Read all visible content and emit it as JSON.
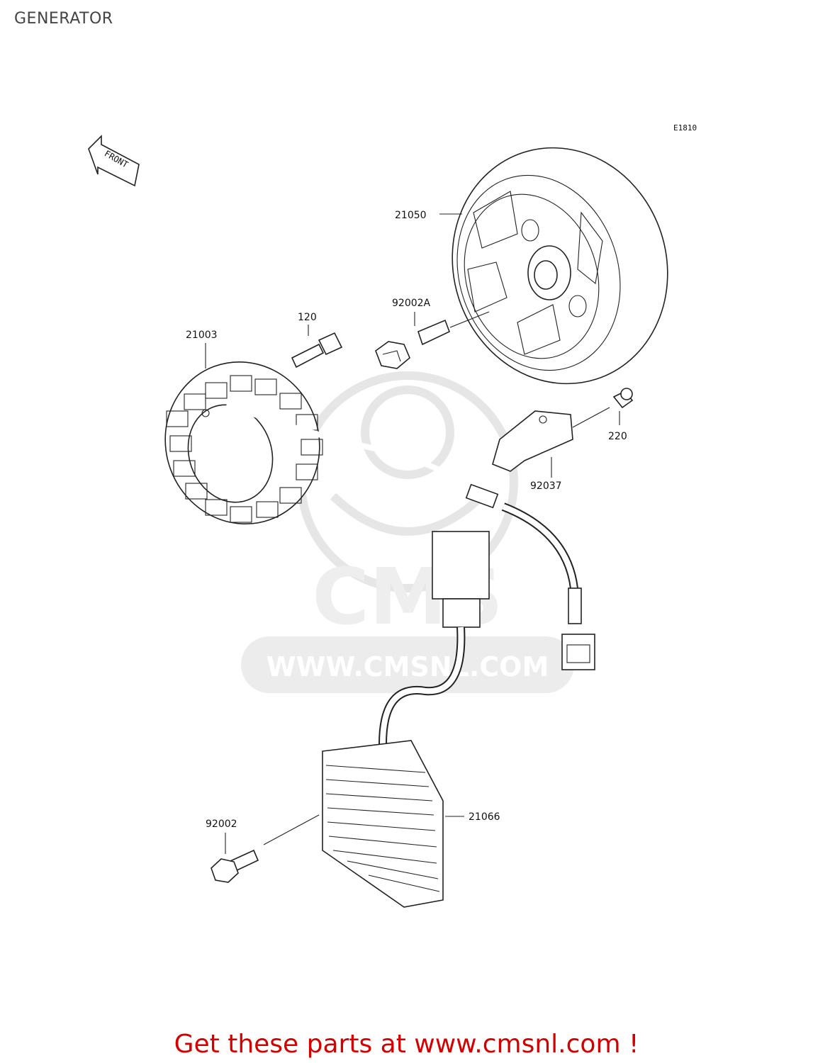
{
  "page_title": "GENERATOR",
  "diagram_code": "E1810",
  "front_marker": "FRONT",
  "parts": [
    {
      "id": "21050",
      "label": "21050"
    },
    {
      "id": "92002A",
      "label": "92002A"
    },
    {
      "id": "120",
      "label": "120"
    },
    {
      "id": "21003",
      "label": "21003"
    },
    {
      "id": "220",
      "label": "220"
    },
    {
      "id": "92037",
      "label": "92037"
    },
    {
      "id": "21066",
      "label": "21066"
    },
    {
      "id": "92002",
      "label": "92002"
    }
  ],
  "watermark": {
    "brand": "CMS",
    "url": "WWW.CMSNL.COM"
  },
  "footer": {
    "text": "Get these parts at www.cmsnl.com !",
    "color": "#d40000"
  }
}
